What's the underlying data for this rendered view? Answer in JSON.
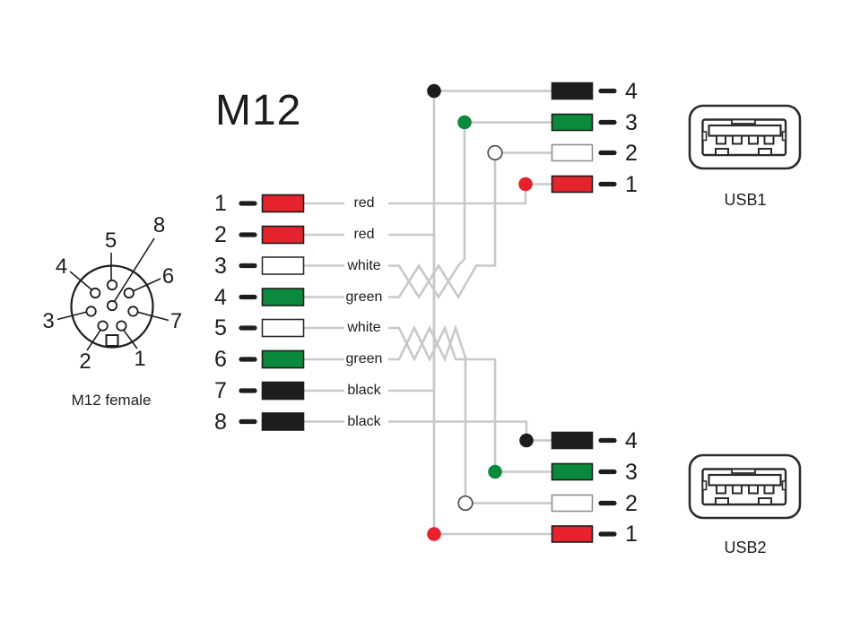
{
  "title": "M12",
  "colors": {
    "red": "#e4232c",
    "green": "#0b8a3e",
    "black": "#1d1d1b",
    "white": "#ffffff",
    "wire": "#c9c9c9",
    "ink": "#1d1d1b"
  },
  "m12_connector": {
    "caption": "M12 female",
    "pin_labels": [
      "1",
      "2",
      "3",
      "4",
      "5",
      "6",
      "7",
      "8"
    ]
  },
  "m12_rows": [
    {
      "pin": "1",
      "color_name": "red"
    },
    {
      "pin": "2",
      "color_name": "red"
    },
    {
      "pin": "3",
      "color_name": "white"
    },
    {
      "pin": "4",
      "color_name": "green"
    },
    {
      "pin": "5",
      "color_name": "white"
    },
    {
      "pin": "6",
      "color_name": "green"
    },
    {
      "pin": "7",
      "color_name": "black"
    },
    {
      "pin": "8",
      "color_name": "black"
    }
  ],
  "usb1": {
    "label": "USB1",
    "pins": [
      {
        "number": "4"
      },
      {
        "number": "3"
      },
      {
        "number": "2"
      },
      {
        "number": "1"
      }
    ]
  },
  "usb2": {
    "label": "USB2",
    "pins": [
      {
        "number": "4"
      },
      {
        "number": "3"
      },
      {
        "number": "2"
      },
      {
        "number": "1"
      }
    ]
  }
}
